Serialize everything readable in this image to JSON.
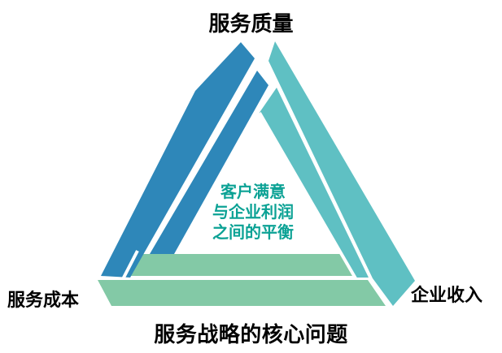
{
  "labels": {
    "top": "服务质量",
    "bottom_left": "服务成本",
    "bottom_right": "企业收入",
    "caption": "服务战略的核心问题"
  },
  "center_text": {
    "lines": [
      "客户满意",
      "与企业利润",
      "之间的平衡"
    ]
  },
  "colors": {
    "background": "#ffffff",
    "label_text": "#000000",
    "center_text": "#0ca295",
    "blue_bar": "#2e87b9",
    "teal_bar": "#5fc0c3",
    "green_bar": "#83c9a6",
    "gap": "#ffffff"
  }
}
